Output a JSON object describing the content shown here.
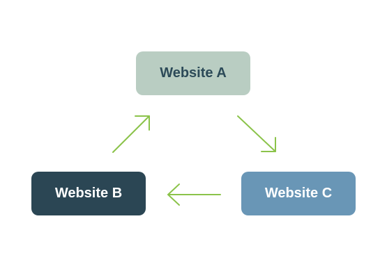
{
  "nodes": {
    "a": {
      "label": "Website A",
      "bg": "#b9cdc2",
      "fg": "#2c4a58"
    },
    "b": {
      "label": "Website B",
      "bg": "#2b4654",
      "fg": "#ffffff"
    },
    "c": {
      "label": "Website C",
      "bg": "#6996b6",
      "fg": "#ffffff"
    }
  },
  "edges": [
    {
      "from": "b",
      "to": "a"
    },
    {
      "from": "a",
      "to": "c"
    },
    {
      "from": "c",
      "to": "b"
    }
  ],
  "colors": {
    "arrow": "#8bc34a",
    "background": "#ffffff"
  },
  "icons": {
    "arrow": "arrow-icon"
  }
}
